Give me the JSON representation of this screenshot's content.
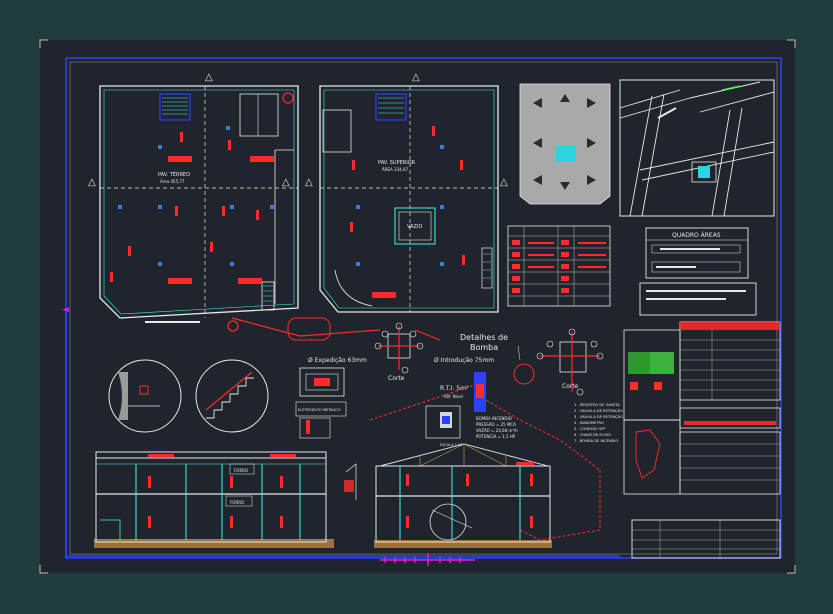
{
  "colors": {
    "background": "#213c3c",
    "sheet": "#20242c",
    "line_white": "#e8e8e8",
    "line_red": "#ff2a2a",
    "line_cyan": "#3ff0f0",
    "line_blue": "#2c40ff",
    "magenta": "#e020e0",
    "green": "#2cff2c"
  },
  "labels": {
    "detail_title_line1": "Detalhes de",
    "detail_title_line2": "Bomba",
    "expedicao": "Ø Expedição 63mm",
    "introducao": "Ø Introdução 75mm",
    "corte_left": "Corte",
    "corte_right": "Corte",
    "quadro_areas": "QUADRO ÁREAS",
    "vazio": "VAZIO",
    "pav_terreo_line1": "PAV. TÉRREO",
    "pav_terreo_line2": "Área 455,77",
    "pav_superior_line1": "PAV. SUPERIOR",
    "pav_superior_line2": "ÁREA 334,07",
    "forro_1": "FORRO",
    "forro_2": "FORRO",
    "rti_label": "R.T.I. 5m³",
    "rti_sub": "Ref. Nivel",
    "pump_text_1": "BOMBA INCENDIO",
    "pump_text_2": "PRESSÃO = 25 MCA",
    "pump_text_3": "VAZÃO = 24,68 m³/h",
    "pump_text_4": "POTENCIA = 1,5 HP",
    "escala_cut": "ESCALA 1:50",
    "eletro_label": "ELETRODUTO METÁLICO"
  },
  "legend_items": [
    "1 - REGISTRO DE GAVETA",
    "2 - VALVULA DE RETENÇÃO",
    "3 - VALVULA DE RETENÇÃO",
    "4 - MANOMETRO",
    "5 - CONEXÃO 90º",
    "6 - CHAVE DE FLUXO",
    "7 - BOMBA DE INCENDIO"
  ]
}
